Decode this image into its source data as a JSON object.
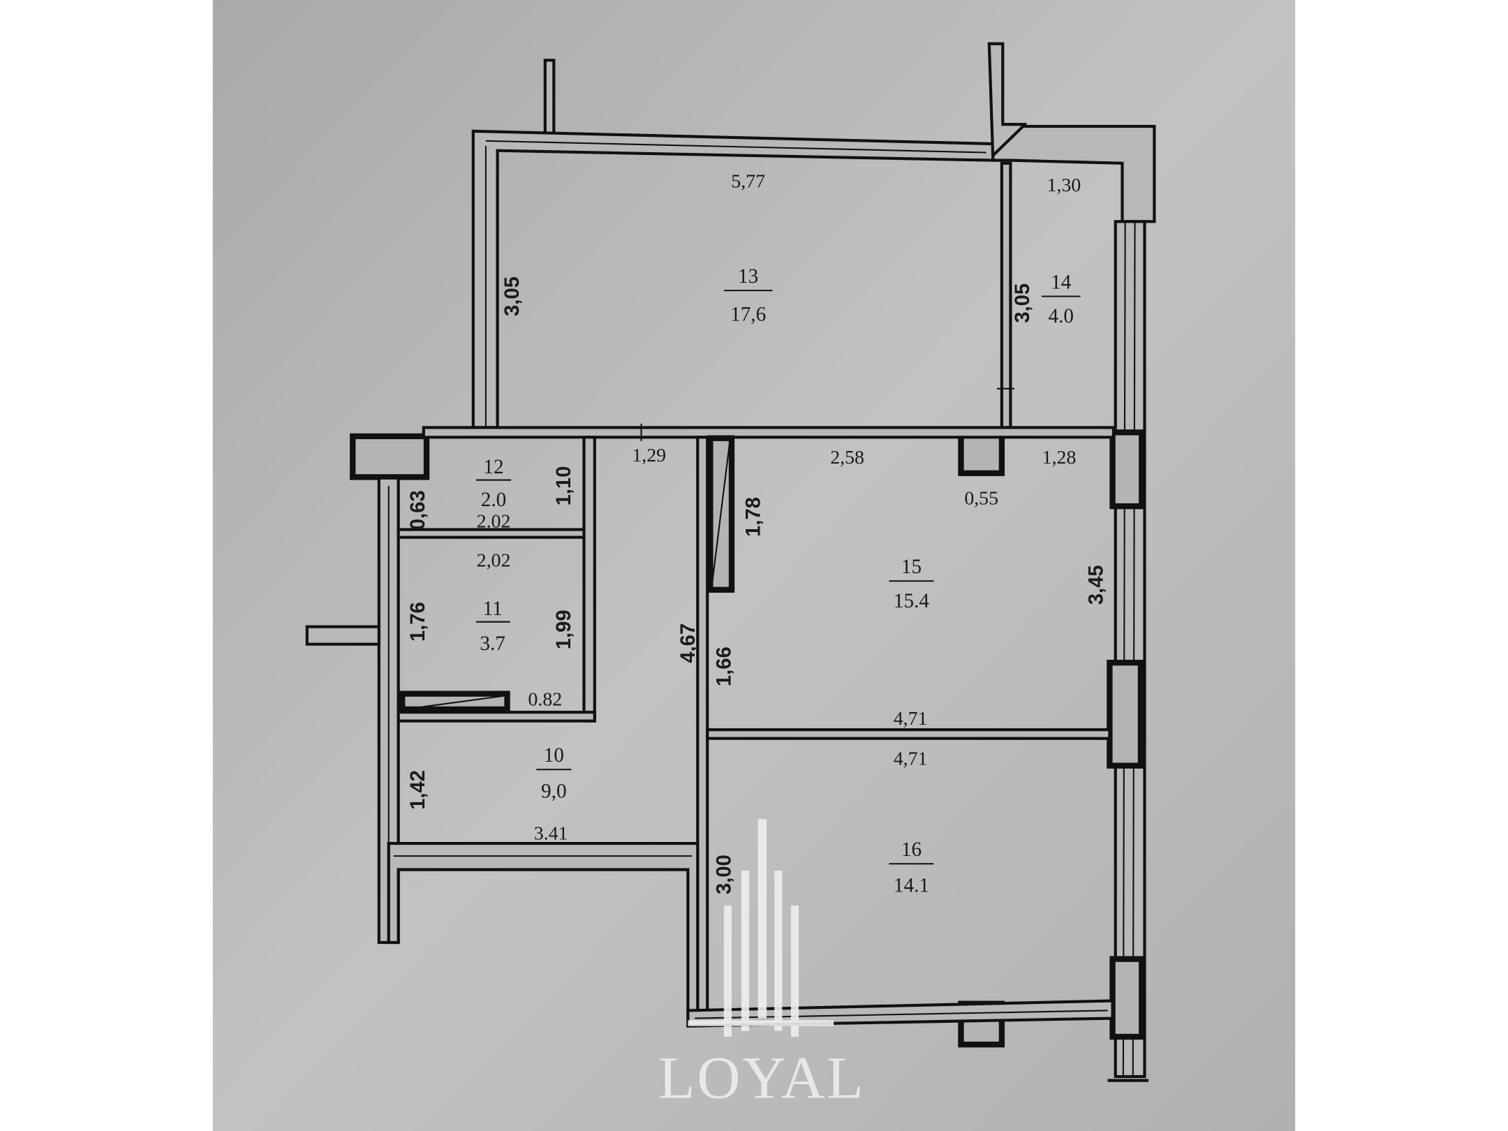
{
  "plan": {
    "rooms": [
      {
        "number": "13",
        "area": "17,6"
      },
      {
        "number": "14",
        "area": "4.0"
      },
      {
        "number": "12",
        "area": "2.0"
      },
      {
        "number": "11",
        "area": "3.7"
      },
      {
        "number": "15",
        "area": "15.4"
      },
      {
        "number": "10",
        "area": "9,0"
      },
      {
        "number": "16",
        "area": "14.1"
      }
    ],
    "dimensions": {
      "r13_width": "5,77",
      "r13_height": "3,05",
      "r14_width": "1,30",
      "r14_height": "3,05",
      "r12_width": "2.02",
      "r12_height": "1,10",
      "r12_side": "0,63",
      "corridor_width": "1,29",
      "r15_top_left": "2,58",
      "column": "0,55",
      "r15_top_right": "1,28",
      "closet": "1,78",
      "r11_width": "2,02",
      "r11_left": "1,76",
      "r11_right": "1,99",
      "r11_bottom": "0.82",
      "corridor_length": "4,67",
      "r15_left": "1,66",
      "r15_right": "3,45",
      "r15_bottom": "4,71",
      "r16_top": "4,71",
      "r10_left": "1,42",
      "r10_bottom": "3.41",
      "r16_left": "3,00"
    }
  },
  "watermark": {
    "brand": "LOYAL"
  },
  "colors": {
    "paper": "#bdbdbd",
    "ink": "#111111",
    "watermark": "#eeeeee"
  }
}
